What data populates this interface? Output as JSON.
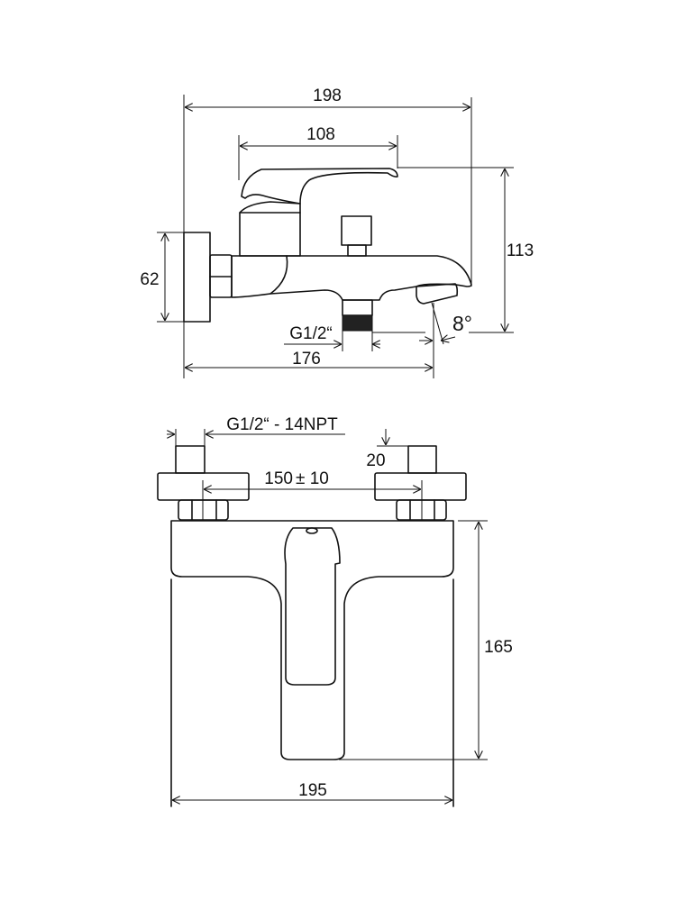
{
  "title": "Bath mixer technical drawing",
  "side_view": {
    "dims": {
      "overall_length": "198",
      "lever_length": "108",
      "height": "113",
      "wall_plate": "62",
      "outlet_thread": "G1/2“",
      "to_spout": "176",
      "angle": "8°"
    }
  },
  "top_view": {
    "dims": {
      "connection_thread": "G1/2“ - 14NPT",
      "connection_height": "20",
      "spacing": "150",
      "spacing_tolerance": "± 10",
      "depth": "165",
      "width": "195"
    }
  },
  "colors": {
    "line": "#111111",
    "background": "#ffffff"
  }
}
